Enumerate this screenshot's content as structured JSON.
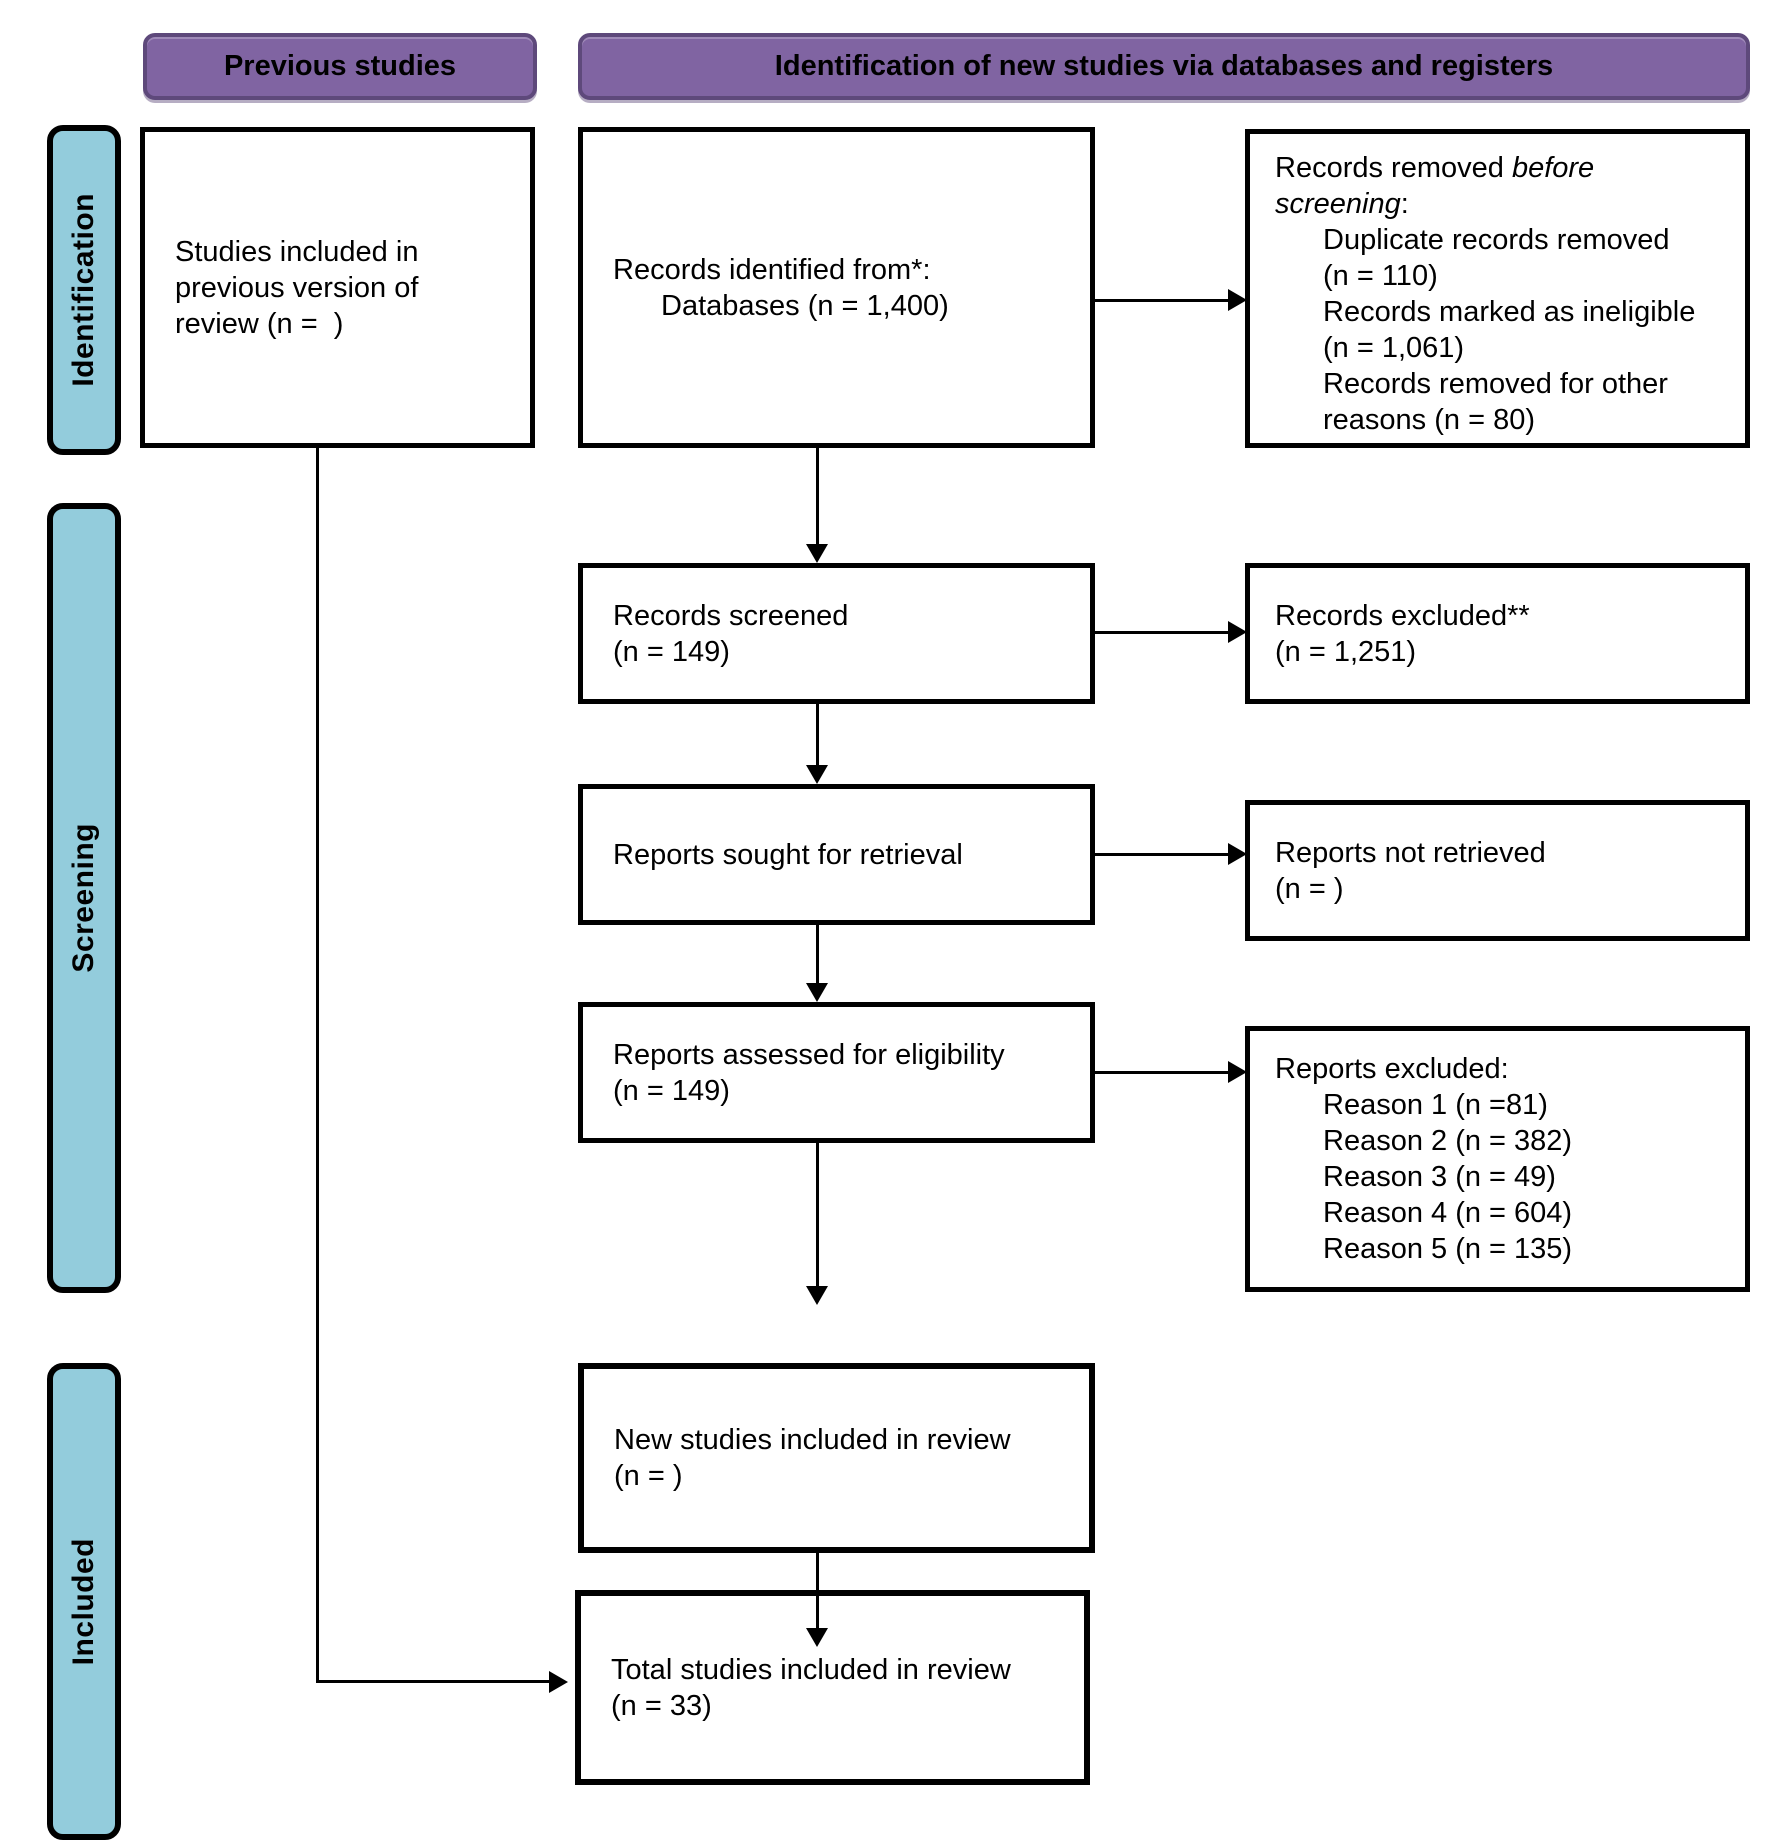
{
  "colors": {
    "purple_fill": "#8064A2",
    "purple_border": "#5E497B",
    "blue_fill": "#93CCDC",
    "line_color": "#000000",
    "box_background": "#FFFFFF"
  },
  "headers": {
    "previous": "Previous studies",
    "main": "Identification of new studies via databases and registers"
  },
  "side_labels": {
    "identification": "Identification",
    "screening": "Screening",
    "included": "Included"
  },
  "boxes": {
    "previous_studies": {
      "lines": [
        {
          "segs": [
            {
              "t": "Studies included in"
            }
          ]
        },
        {
          "segs": [
            {
              "t": "previous version of"
            }
          ]
        },
        {
          "segs": [
            {
              "t": "review (n =  )"
            }
          ]
        }
      ]
    },
    "records_identified": {
      "lines": [
        {
          "segs": [
            {
              "t": "Records identified from*:"
            }
          ]
        },
        {
          "indent": 1,
          "segs": [
            {
              "t": "Databases (n = 1,400)"
            }
          ]
        }
      ]
    },
    "records_removed": {
      "lines": [
        {
          "segs": [
            {
              "t": "Records removed "
            },
            {
              "t": "before",
              "i": true
            }
          ]
        },
        {
          "segs": [
            {
              "t": "screening",
              "i": true
            },
            {
              "t": ":"
            }
          ]
        },
        {
          "indent": 1,
          "segs": [
            {
              "t": "Duplicate records removed"
            }
          ]
        },
        {
          "indent": 1,
          "segs": [
            {
              "t": "(n = 110)"
            }
          ]
        },
        {
          "indent": 1,
          "segs": [
            {
              "t": "Records marked as ineligible"
            }
          ]
        },
        {
          "indent": 1,
          "segs": [
            {
              "t": "(n = 1,061)"
            }
          ]
        },
        {
          "indent": 1,
          "segs": [
            {
              "t": "Records removed for other"
            }
          ]
        },
        {
          "indent": 1,
          "segs": [
            {
              "t": "reasons (n = 80)"
            }
          ]
        }
      ]
    },
    "records_screened": {
      "lines": [
        {
          "segs": [
            {
              "t": "Records screened"
            }
          ]
        },
        {
          "segs": [
            {
              "t": "(n = 149)"
            }
          ]
        }
      ]
    },
    "records_excluded": {
      "lines": [
        {
          "segs": [
            {
              "t": "Records excluded**"
            }
          ]
        },
        {
          "segs": [
            {
              "t": "(n = 1,251)"
            }
          ]
        }
      ]
    },
    "reports_sought": {
      "lines": [
        {
          "segs": [
            {
              "t": "Reports sought for retrieval"
            }
          ]
        }
      ]
    },
    "reports_not_retrieved": {
      "lines": [
        {
          "segs": [
            {
              "t": "Reports not retrieved"
            }
          ]
        },
        {
          "segs": [
            {
              "t": "(n = )"
            }
          ]
        }
      ]
    },
    "reports_assessed": {
      "lines": [
        {
          "segs": [
            {
              "t": "Reports assessed for eligibility"
            }
          ]
        },
        {
          "segs": [
            {
              "t": "(n = 149)"
            }
          ]
        }
      ]
    },
    "reports_excluded": {
      "lines": [
        {
          "segs": [
            {
              "t": "Reports excluded:"
            }
          ]
        },
        {
          "indent": 1,
          "segs": [
            {
              "t": "Reason 1 (n =81)"
            }
          ]
        },
        {
          "indent": 1,
          "segs": [
            {
              "t": "Reason 2 (n = 382)"
            }
          ]
        },
        {
          "indent": 1,
          "segs": [
            {
              "t": "Reason 3 (n = 49)"
            }
          ]
        },
        {
          "indent": 1,
          "segs": [
            {
              "t": "Reason 4 (n = 604)"
            }
          ]
        },
        {
          "indent": 1,
          "segs": [
            {
              "t": "Reason 5 (n = 135)"
            }
          ]
        }
      ]
    },
    "new_studies": {
      "lines": [
        {
          "segs": [
            {
              "t": "New studies included in review"
            }
          ]
        },
        {
          "segs": [
            {
              "t": "(n = )"
            }
          ]
        }
      ]
    },
    "total_studies": {
      "lines": [
        {
          "segs": [
            {
              "t": "Total studies included in review"
            }
          ]
        },
        {
          "segs": [
            {
              "t": "(n = 33)"
            }
          ]
        }
      ]
    }
  }
}
